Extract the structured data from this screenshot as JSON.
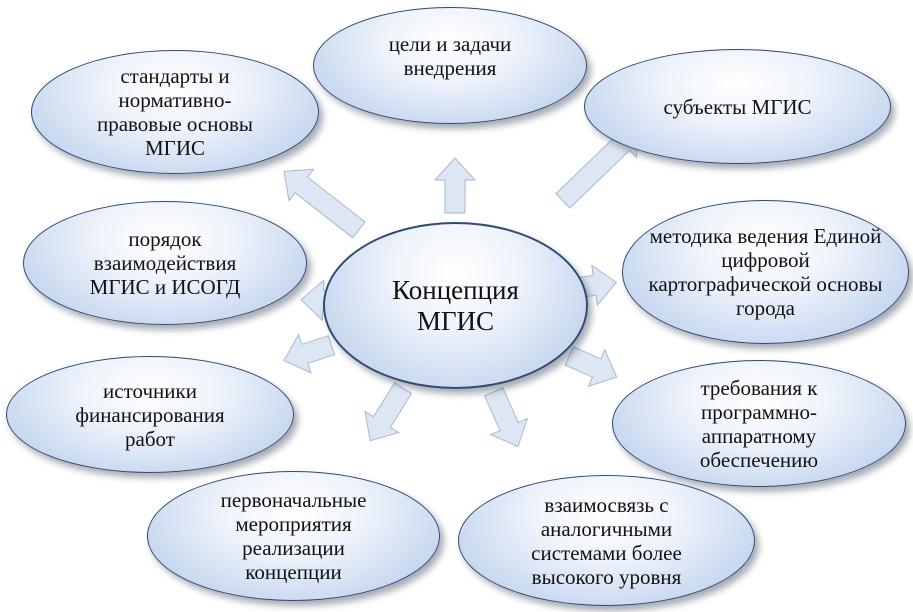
{
  "center": {
    "label": "Концепция МГИС"
  },
  "nodes": [
    {
      "label": "цели и задачи внедрения"
    },
    {
      "label": "субъекты МГИС"
    },
    {
      "label": "методика ведения Единой цифровой картографической основы города"
    },
    {
      "label": "требования к программно-аппаратному обеспечению"
    },
    {
      "label": "взаимосвязь с аналогичными системами более высокого уровня"
    },
    {
      "label": "первоначальные мероприятия реализации концепции"
    },
    {
      "label": "источники финансирования работ"
    },
    {
      "label": "порядок взаимодействия МГИС и ИСОГД"
    },
    {
      "label": "стандарты и нормативно-правовые основы МГИС"
    }
  ],
  "colors": {
    "node_fill_light": "#eef3fb",
    "node_fill_dark": "#a9bfe2",
    "node_border": "#2f4a73",
    "arrow_fill": "#dde6f3",
    "arrow_stroke": "#a9b8cf"
  }
}
